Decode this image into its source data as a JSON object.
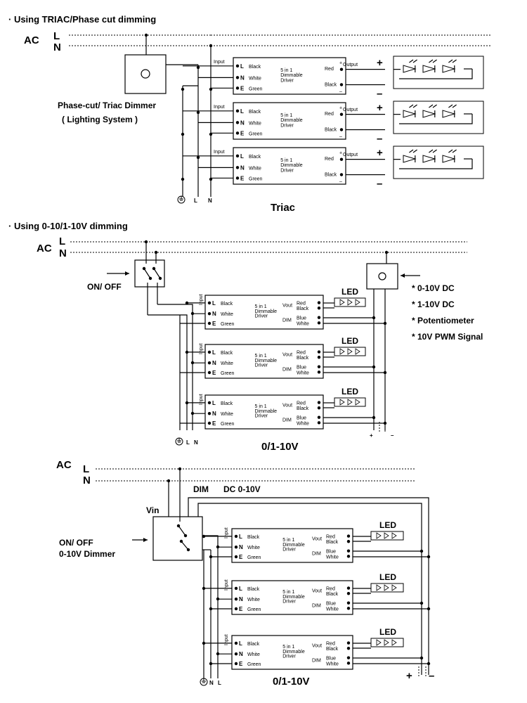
{
  "sections": {
    "triac": {
      "heading": "· Using TRIAC/Phase cut dimming",
      "ac": "AC",
      "line_l": "L",
      "line_n": "N",
      "dimmer_label_1": "Phase-cut/ Triac Dimmer",
      "dimmer_label_2": "( Lighting System )",
      "caption": "Triac",
      "bottom_l": "L",
      "bottom_n": "N"
    },
    "v010": {
      "heading": "· Using 0-10/1-10V dimming",
      "ac": "AC",
      "line_l": "L",
      "line_n": "N",
      "switch_label": "ON/ OFF",
      "options": [
        "* 0-10V DC",
        "* 1-10V DC",
        "* Potentiometer",
        "* 10V PWM Signal"
      ],
      "caption": "0/1-10V",
      "bottom_l": "L",
      "bottom_n": "N",
      "plus": "+",
      "minus": "–"
    },
    "dimmer": {
      "ac": "AC",
      "line_l": "L",
      "line_n": "N",
      "dim_label": "DIM",
      "dc_label": "DC 0-10V",
      "vin": "Vin",
      "switch_label_1": "ON/ OFF",
      "switch_label_2": "0-10V Dimmer",
      "caption": "0/1-10V",
      "bottom_n": "N",
      "bottom_l": "L",
      "plus": "+",
      "minus": "–"
    }
  },
  "driver": {
    "input": "Input",
    "l": "L",
    "n": "N",
    "e": "E",
    "black": "Black",
    "white": "White",
    "green": "Green",
    "title_1": "5 in 1",
    "title_2": "Dimmable",
    "title_3": "Driver",
    "red": "Red",
    "output": "Output",
    "vout": "Vout",
    "dim": "DIM",
    "blue": "Blue",
    "led": "LED",
    "plus": "+",
    "minus": "–"
  }
}
